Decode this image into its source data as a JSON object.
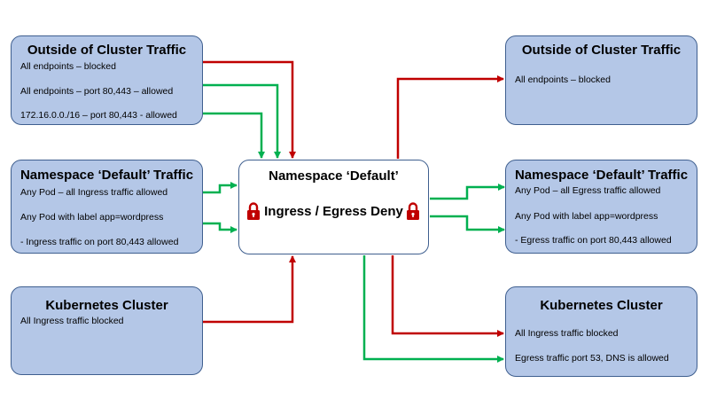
{
  "colors": {
    "box_fill": "#b4c7e7",
    "box_border": "#3f5f8f",
    "blocked": "#c00000",
    "allowed": "#00b050"
  },
  "center": {
    "title": "Namespace ‘Default’",
    "label": "Ingress / Egress Deny",
    "lock_icon": "padlock-icon"
  },
  "left_boxes": [
    {
      "title": "Outside of Cluster Traffic",
      "lines": [
        "All endpoints – blocked",
        "All endpoints – port 80,443 – allowed",
        "172.16.0.0./16 – port 80,443 - allowed"
      ]
    },
    {
      "title": "Namespace ‘Default’ Traffic",
      "lines": [
        "Any Pod – all Ingress traffic allowed",
        "Any Pod with label app=wordpress",
        "- Ingress traffic on port 80,443 allowed"
      ]
    },
    {
      "title": "Kubernetes Cluster",
      "lines": [
        "All Ingress traffic blocked"
      ]
    }
  ],
  "right_boxes": [
    {
      "title": "Outside of Cluster Traffic",
      "lines": [
        "All endpoints – blocked"
      ]
    },
    {
      "title": "Namespace ‘Default’ Traffic",
      "lines": [
        "Any Pod – all Egress traffic allowed",
        "Any Pod with label app=wordpress",
        "- Egress traffic on port 80,443 allowed"
      ]
    },
    {
      "title": "Kubernetes Cluster",
      "lines": [
        "All Ingress traffic blocked",
        "Egress traffic port 53, DNS is allowed"
      ]
    }
  ]
}
